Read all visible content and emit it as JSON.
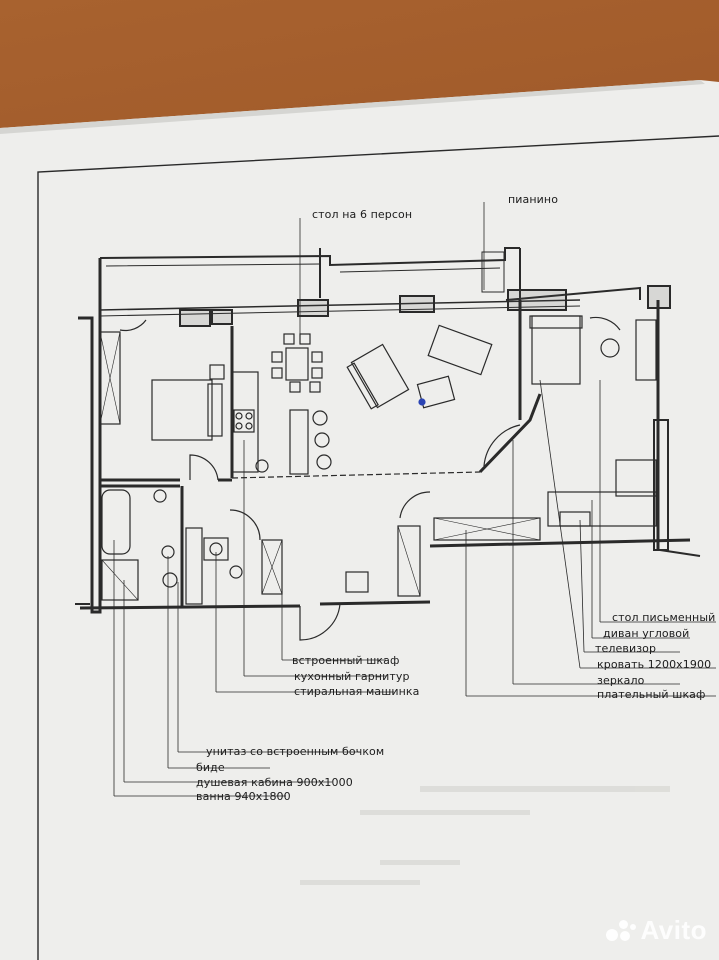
{
  "labels": {
    "table6": "стол на 6 персон",
    "piano": "пианино",
    "desk": "стол письменный",
    "corner_sofa": "диван угловой",
    "tv": "телевизор",
    "bed": "кровать 1200х1900",
    "mirror": "зеркало",
    "wardrobe": "плательный шкаф",
    "builtin_closet": "встроенный шкаф",
    "kitchen_set": "кухонный гарнитур",
    "washer": "стиральная машинка",
    "toilet": "унитаз со встроенным бочком",
    "bidet": "биде",
    "shower": "душевая кабина 900х1000",
    "bath": "ванна 940х1800"
  },
  "watermark": {
    "text": "Avito"
  },
  "colors": {
    "paper": "#efefed",
    "ink": "#262626",
    "table": "#9b5527"
  }
}
